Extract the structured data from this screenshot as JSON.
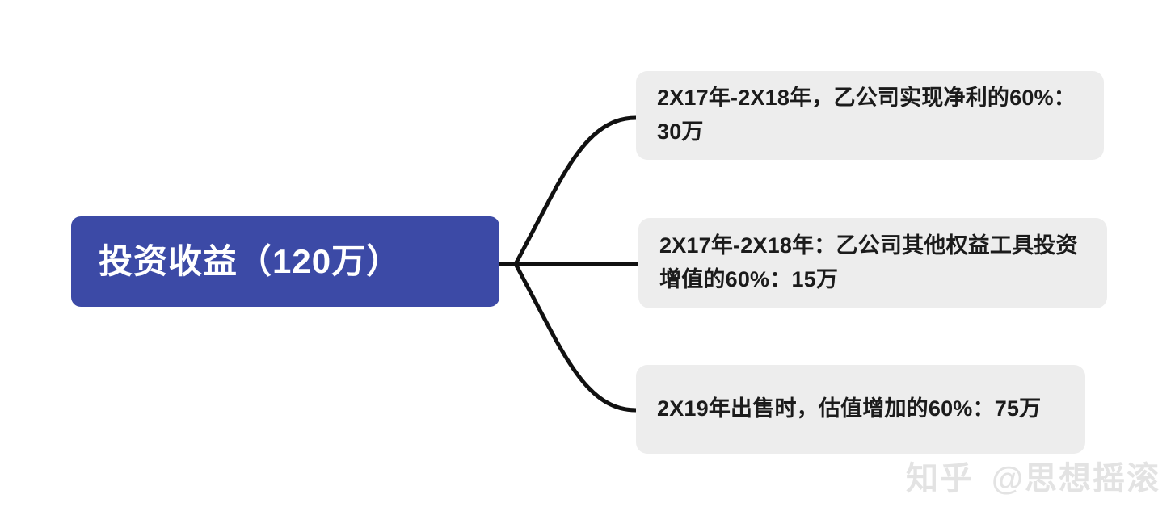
{
  "diagram": {
    "type": "mind-map",
    "background_color": "#ffffff",
    "root": {
      "label": "投资收益（120万）",
      "fill_color": "#3c4aa6",
      "text_color": "#ffffff"
    },
    "branch_color": "#111111",
    "children": [
      {
        "label": "2X17年-2X18年，乙公司实现净利的60%：30万",
        "fill_color": "#ededed",
        "text_color": "#1b1b1b"
      },
      {
        "label": "2X17年-2X18年：乙公司其他权益工具投资增值的60%：15万",
        "fill_color": "#ededed",
        "text_color": "#1b1b1b"
      },
      {
        "label": "2X19年出售时，估值增加的60%：75万",
        "fill_color": "#ededed",
        "text_color": "#1b1b1b"
      }
    ]
  },
  "watermark": {
    "logo_text": "知乎",
    "handle_text": "@思想摇滚",
    "color": "#e3e3e3"
  }
}
